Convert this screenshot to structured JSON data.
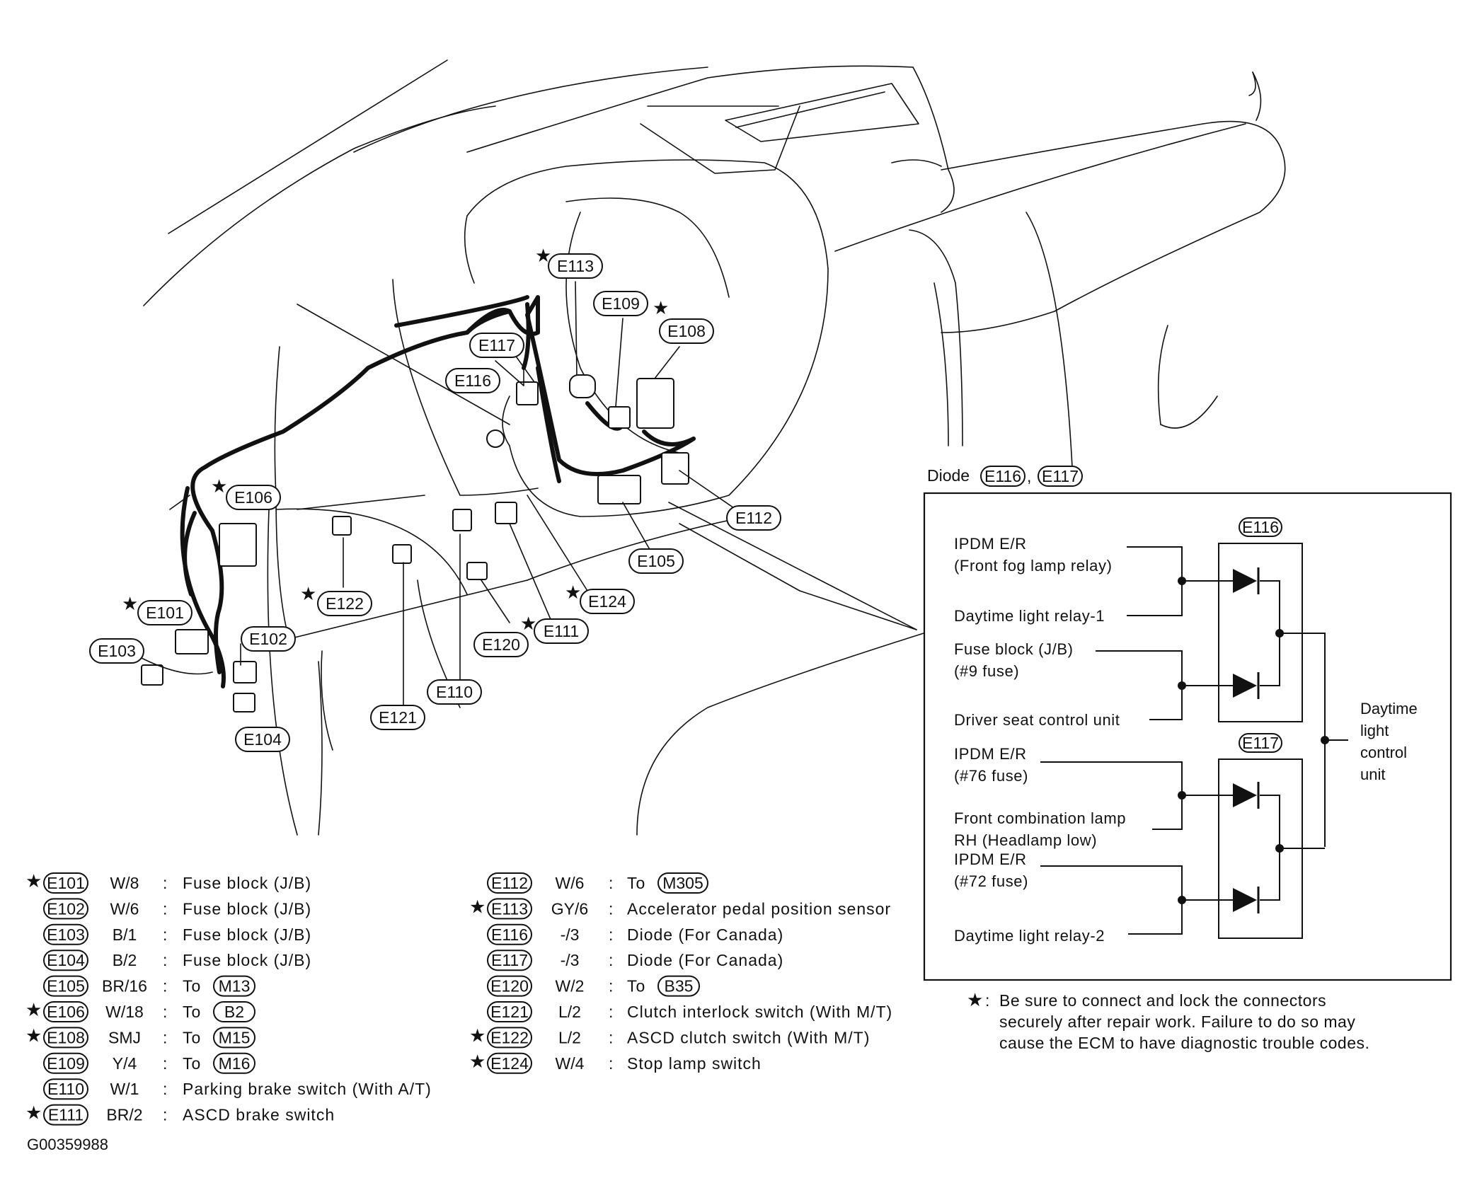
{
  "diagram": {
    "figure_id": "G00359988",
    "callouts": [
      {
        "id": "E101",
        "star": true
      },
      {
        "id": "E102",
        "star": false
      },
      {
        "id": "E103",
        "star": false
      },
      {
        "id": "E104",
        "star": false
      },
      {
        "id": "E105",
        "star": false
      },
      {
        "id": "E106",
        "star": true
      },
      {
        "id": "E108",
        "star": true
      },
      {
        "id": "E109",
        "star": false
      },
      {
        "id": "E110",
        "star": false
      },
      {
        "id": "E111",
        "star": true
      },
      {
        "id": "E112",
        "star": false
      },
      {
        "id": "E113",
        "star": true
      },
      {
        "id": "E116",
        "star": false
      },
      {
        "id": "E117",
        "star": false
      },
      {
        "id": "E120",
        "star": false
      },
      {
        "id": "E121",
        "star": false
      },
      {
        "id": "E122",
        "star": true
      },
      {
        "id": "E124",
        "star": true
      }
    ],
    "legend_left": [
      {
        "star": true,
        "id": "E101",
        "spec": "W/8",
        "desc": "Fuse block (J/B)"
      },
      {
        "star": false,
        "id": "E102",
        "spec": "W/6",
        "desc": "Fuse block (J/B)"
      },
      {
        "star": false,
        "id": "E103",
        "spec": "B/1",
        "desc": "Fuse block (J/B)"
      },
      {
        "star": false,
        "id": "E104",
        "spec": "B/2",
        "desc": "Fuse block (J/B)"
      },
      {
        "star": false,
        "id": "E105",
        "spec": "BR/16",
        "desc": "To",
        "ref": "M13"
      },
      {
        "star": true,
        "id": "E106",
        "spec": "W/18",
        "desc": "To",
        "ref": "B2"
      },
      {
        "star": true,
        "id": "E108",
        "spec": "SMJ",
        "desc": "To",
        "ref": "M15"
      },
      {
        "star": false,
        "id": "E109",
        "spec": "Y/4",
        "desc": "To",
        "ref": "M16"
      },
      {
        "star": false,
        "id": "E110",
        "spec": "W/1",
        "desc": "Parking brake switch (With A/T)"
      },
      {
        "star": true,
        "id": "E111",
        "spec": "BR/2",
        "desc": "ASCD brake switch"
      }
    ],
    "legend_right": [
      {
        "star": false,
        "id": "E112",
        "spec": "W/6",
        "desc": "To",
        "ref": "M305"
      },
      {
        "star": true,
        "id": "E113",
        "spec": "GY/6",
        "desc": "Accelerator pedal position sensor"
      },
      {
        "star": false,
        "id": "E116",
        "spec": "-/3",
        "desc": "Diode (For Canada)"
      },
      {
        "star": false,
        "id": "E117",
        "spec": "-/3",
        "desc": "Diode (For Canada)"
      },
      {
        "star": false,
        "id": "E120",
        "spec": "W/2",
        "desc": "To",
        "ref": "B35"
      },
      {
        "star": false,
        "id": "E121",
        "spec": "L/2",
        "desc": "Clutch interlock switch (With M/T)"
      },
      {
        "star": true,
        "id": "E122",
        "spec": "L/2",
        "desc": "ASCD clutch switch (With M/T)"
      },
      {
        "star": true,
        "id": "E124",
        "spec": "W/4",
        "desc": "Stop lamp switch"
      }
    ],
    "colon": ":",
    "star_glyph": "★",
    "diode_box": {
      "title": "Diode",
      "title_refs": [
        "E116",
        "E117"
      ],
      "title_sep": ",",
      "upper_tag": "E116",
      "lower_tag": "E117",
      "inputs": [
        {
          "lines": [
            "IPDM E/R",
            "(Front fog lamp relay)"
          ]
        },
        {
          "lines": [
            "Daytime light relay-1"
          ]
        },
        {
          "lines": [
            "Fuse block (J/B)",
            "(#9 fuse)"
          ]
        },
        {
          "lines": [
            "Driver seat control unit"
          ]
        },
        {
          "lines": [
            "IPDM E/R",
            "(#76 fuse)"
          ]
        },
        {
          "lines": [
            "Front combination lamp",
            "RH (Headlamp low)"
          ]
        },
        {
          "lines": [
            "IPDM E/R",
            "(#72 fuse)"
          ]
        },
        {
          "lines": [
            "Daytime light relay-2"
          ]
        }
      ],
      "output": [
        "Daytime",
        "light",
        "control",
        "unit"
      ]
    },
    "note": {
      "prefix": ": ",
      "lines": [
        "Be sure to connect and lock the connectors",
        "securely after repair work. Failure to do so may",
        "cause the ECM to have diagnostic trouble codes."
      ]
    }
  }
}
